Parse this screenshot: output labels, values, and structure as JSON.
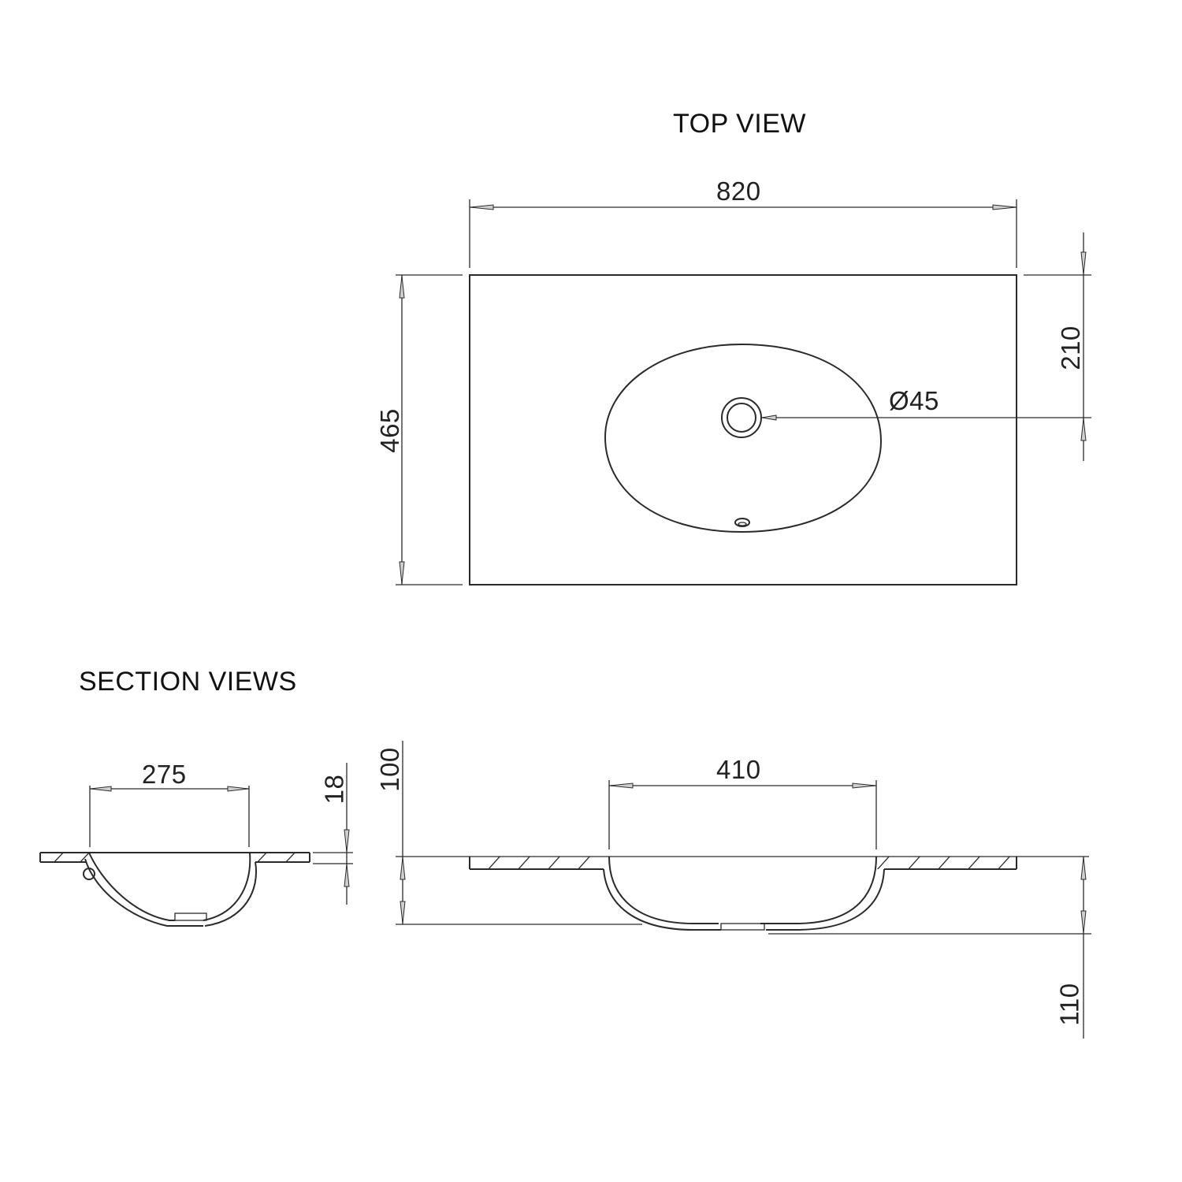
{
  "titles": {
    "top_view": "TOP VIEW",
    "section_views": "SECTION VIEWS"
  },
  "top_view": {
    "width_dim": "820",
    "depth_dim": "465",
    "drain_offset_dim": "210",
    "drain_diameter_dim": "Ø45"
  },
  "section_left": {
    "bowl_width_dim": "275",
    "slab_thickness_dim": "18"
  },
  "section_right": {
    "overall_height_dim": "100",
    "bowl_width_dim": "410",
    "bowl_depth_dim": "110"
  },
  "colors": {
    "line": "#2a2a2a",
    "background": "#ffffff",
    "arrow_fill": "#cfcfcf"
  }
}
